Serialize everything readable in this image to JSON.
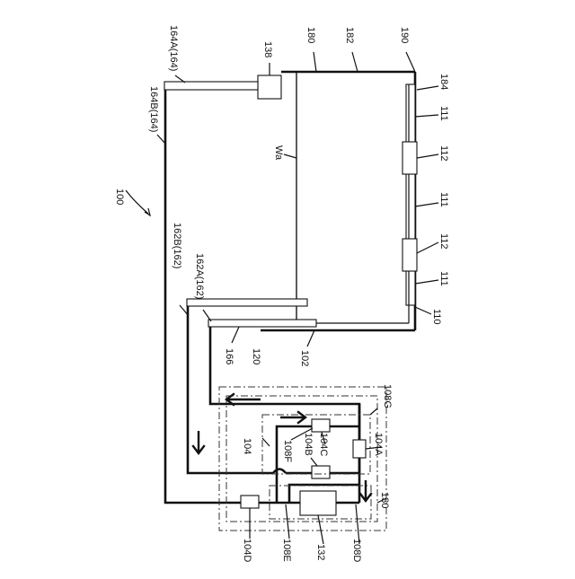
{
  "labels": {
    "l100": "100",
    "l164A": "164A(164)",
    "l164B": "164B(164)",
    "l138": "138",
    "l180": "180",
    "l182": "182",
    "l190": "190",
    "l184": "184",
    "l111a": "111",
    "l112a": "112",
    "l111b": "111",
    "l112b": "112",
    "l111c": "111",
    "l110": "110",
    "lWa": "Wa",
    "l162B": "162B(162)",
    "l162A": "162A(162)",
    "l166": "166",
    "l120": "120",
    "l102": "102",
    "l108G": "108G",
    "l104": "104",
    "l108F": "108F",
    "l104B": "104B",
    "l104C": "104C",
    "l104A": "104A",
    "l130": "130",
    "l104D": "104D",
    "l108E": "108E",
    "l132": "132",
    "l108D": "108D"
  }
}
